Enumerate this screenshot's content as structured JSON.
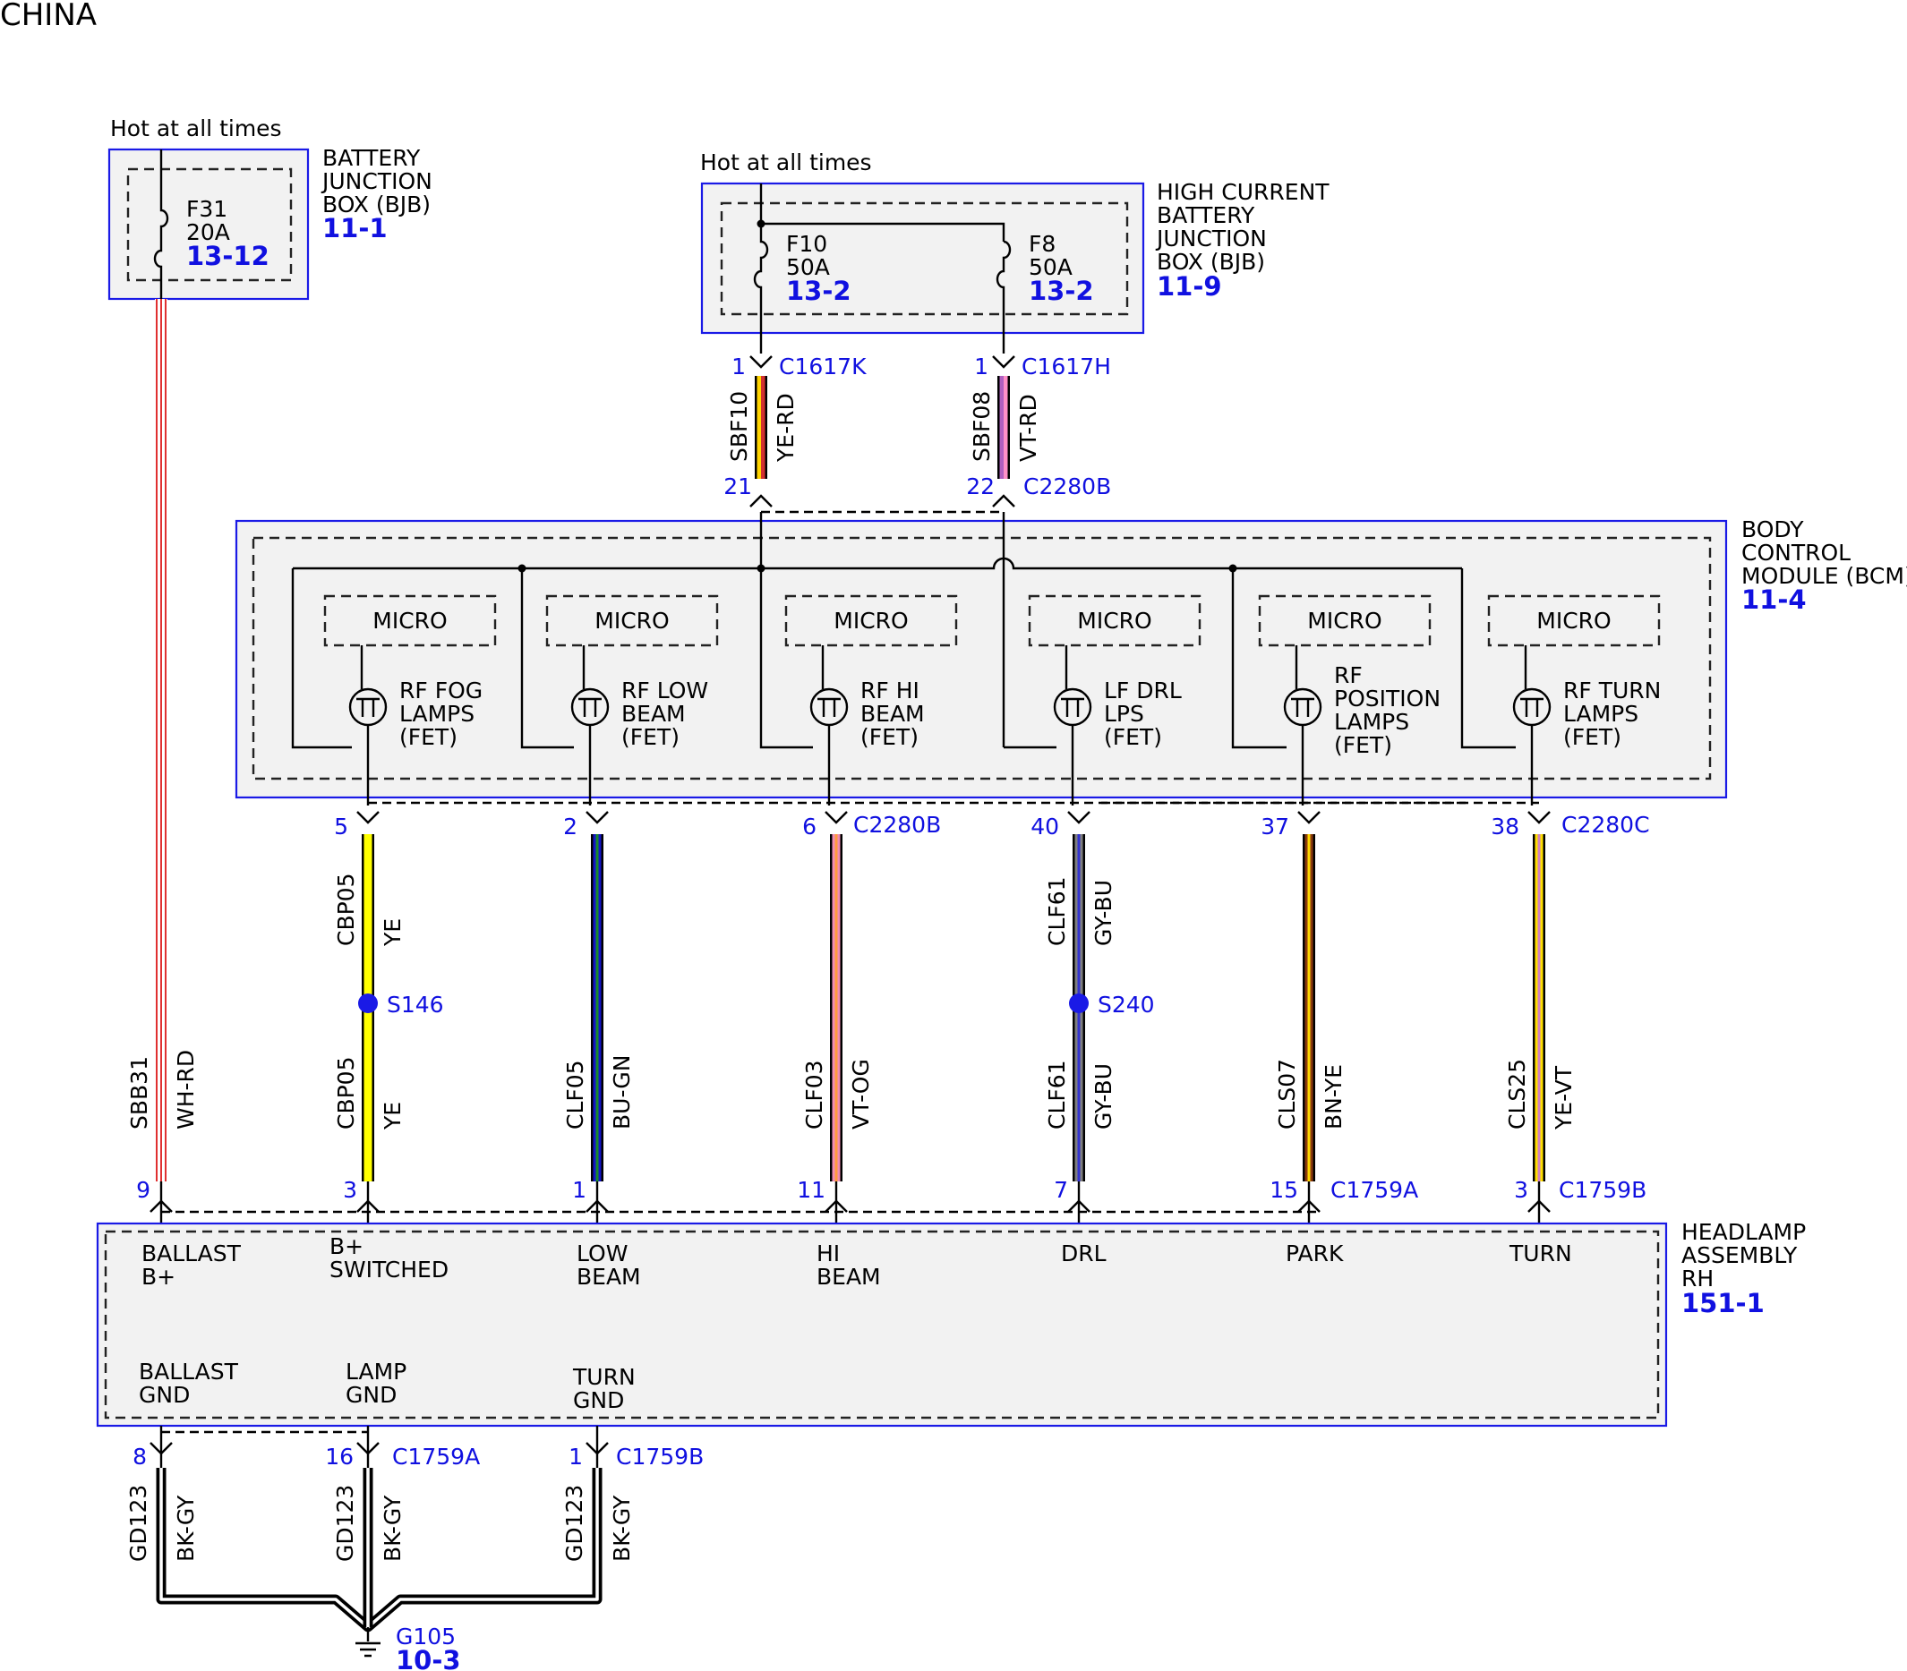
{
  "title": "CHINA",
  "hot_labels": {
    "left": "Hot at all times",
    "center": "Hot at all times"
  },
  "bjb_box": {
    "name": [
      "BATTERY",
      "JUNCTION",
      "BOX (BJB)"
    ],
    "ref": "11-1",
    "fuse": {
      "name": "F31",
      "rating": "20A",
      "ref": "13-12"
    }
  },
  "hcbjb_box": {
    "name": [
      "HIGH CURRENT",
      "BATTERY",
      "JUNCTION",
      "BOX (BJB)"
    ],
    "ref": "11-9",
    "fuses": [
      {
        "name": "F10",
        "rating": "50A",
        "ref": "13-2"
      },
      {
        "name": "F8",
        "rating": "50A",
        "ref": "13-2"
      }
    ]
  },
  "top_wires": [
    {
      "top_pin": "1",
      "top_connector": "C1617K",
      "circuit": "SBF10",
      "color": "YE-RD",
      "bottom_pin": "21"
    },
    {
      "top_pin": "1",
      "top_connector": "C1617H",
      "circuit": "SBF08",
      "color": "VT-RD",
      "bottom_pin": "22",
      "bottom_connector": "C2280B"
    }
  ],
  "bcm": {
    "name": [
      "BODY",
      "CONTROL",
      "MODULE (BCM)"
    ],
    "ref": "11-4",
    "micro_label": "MICRO",
    "outputs": [
      {
        "label": [
          "RF FOG",
          "LAMPS",
          "(FET)"
        ]
      },
      {
        "label": [
          "RF LOW",
          "BEAM",
          "(FET)"
        ]
      },
      {
        "label": [
          "RF HI",
          "BEAM",
          "(FET)"
        ]
      },
      {
        "label": [
          "LF DRL",
          "LPS",
          "(FET)"
        ]
      },
      {
        "label": [
          "RF",
          "POSITION",
          "LAMPS",
          "(FET)"
        ]
      },
      {
        "label": [
          "RF TURN",
          "LAMPS",
          "(FET)"
        ]
      }
    ]
  },
  "bcm_pins": [
    {
      "pin": "5"
    },
    {
      "pin": "2"
    },
    {
      "pin": "6",
      "connector": "C2280B"
    },
    {
      "pin": "40"
    },
    {
      "pin": "37"
    },
    {
      "pin": "38",
      "connector": "C2280C"
    }
  ],
  "wires": [
    {
      "circuit": "SBB31",
      "color": "WH-RD",
      "hex": [
        "#ffffff",
        "#e03030"
      ],
      "pin": "9"
    },
    {
      "circuit": "CBP05",
      "color": "YE",
      "hex": [
        "#ffff00",
        "#ffff00"
      ],
      "pin": "3",
      "upper": {
        "circuit": "CBP05",
        "color": "YE"
      }
    },
    {
      "circuit": "CLF05",
      "color": "BU-GN",
      "hex": [
        "#1414c8",
        "#1a8a2a"
      ],
      "pin": "1"
    },
    {
      "circuit": "CLF03",
      "color": "VT-OG",
      "hex": [
        "#f08cb4",
        "#ff9a3c"
      ],
      "pin": "11"
    },
    {
      "circuit": "CLF61",
      "color": "GY-BU",
      "hex": [
        "#808080",
        "#3232d0"
      ],
      "pin": "7",
      "upper": {
        "circuit": "CLF61",
        "color": "GY-BU"
      }
    },
    {
      "circuit": "CLS07",
      "color": "BN-YE",
      "hex": [
        "#8b3a0e",
        "#ffd800"
      ],
      "pin": "15",
      "connector": "C1759A"
    },
    {
      "circuit": "CLS25",
      "color": "YE-VT",
      "hex": [
        "#ffe000",
        "#d080c0"
      ],
      "pin": "3",
      "connector": "C1759B"
    }
  ],
  "splices": [
    {
      "name": "S146"
    },
    {
      "name": "S240"
    }
  ],
  "headlamp": {
    "name": [
      "HEADLAMP",
      "ASSEMBLY",
      "RH"
    ],
    "ref": "151-1",
    "top_labels": [
      [
        "BALLAST",
        "B+"
      ],
      [
        "B+",
        "SWITCHED"
      ],
      [
        "LOW",
        "BEAM"
      ],
      [
        "HI",
        "BEAM"
      ],
      [
        "DRL"
      ],
      [
        "PARK"
      ],
      [
        "TURN"
      ]
    ],
    "bottom_labels": [
      [
        "BALLAST",
        "GND"
      ],
      [
        "LAMP",
        "GND"
      ],
      [
        "TURN",
        "GND"
      ]
    ]
  },
  "ground_wires": [
    {
      "pin": "8",
      "circuit": "GD123",
      "color": "BK-GY"
    },
    {
      "pin": "16",
      "connector": "C1759A",
      "circuit": "GD123",
      "color": "BK-GY"
    },
    {
      "pin": "1",
      "connector": "C1759B",
      "circuit": "GD123",
      "color": "BK-GY"
    }
  ],
  "ground": {
    "name": "G105",
    "ref": "10-3"
  }
}
